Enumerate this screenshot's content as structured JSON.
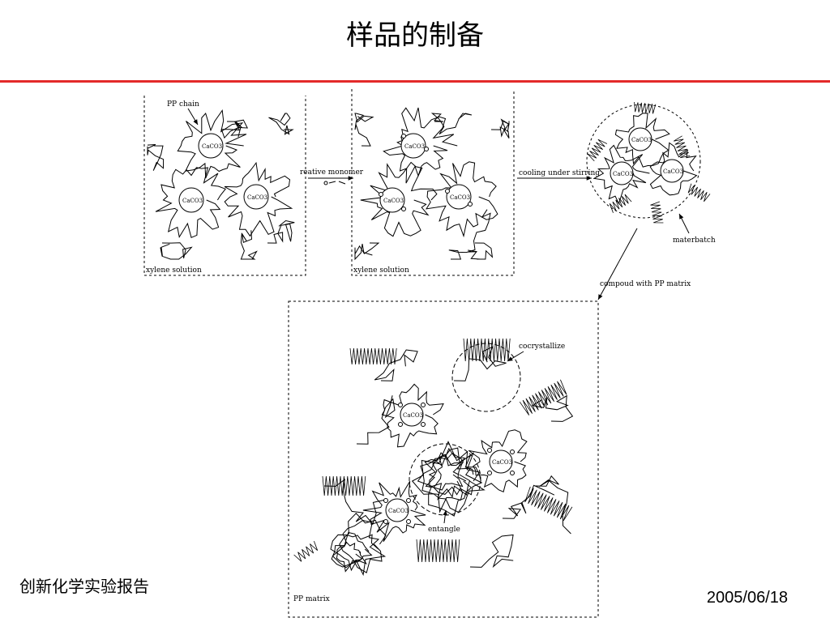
{
  "slide": {
    "title": "样品的制备",
    "footer_left": "创新化学实验报告",
    "date": "2005/06/18"
  },
  "colors": {
    "accent_rule": "#e32a2a",
    "ink": "#000000"
  },
  "diagram": {
    "panel1": {
      "pp_chain_label": "PP chain",
      "solution_label": "xylene solution"
    },
    "panel2": {
      "monomer_label": "reative monomer",
      "solution_label": "xylene solution"
    },
    "panel3": {
      "cooling_label": "cooling under stirring",
      "materbatch_label": "materbatch"
    },
    "compound_label": "compoud with PP matrix",
    "panel4": {
      "cocrystallize_label": "cocrystallize",
      "entangle_label": "entangle",
      "matrix_label": "PP matrix"
    },
    "particle_label": "CaCO3"
  }
}
